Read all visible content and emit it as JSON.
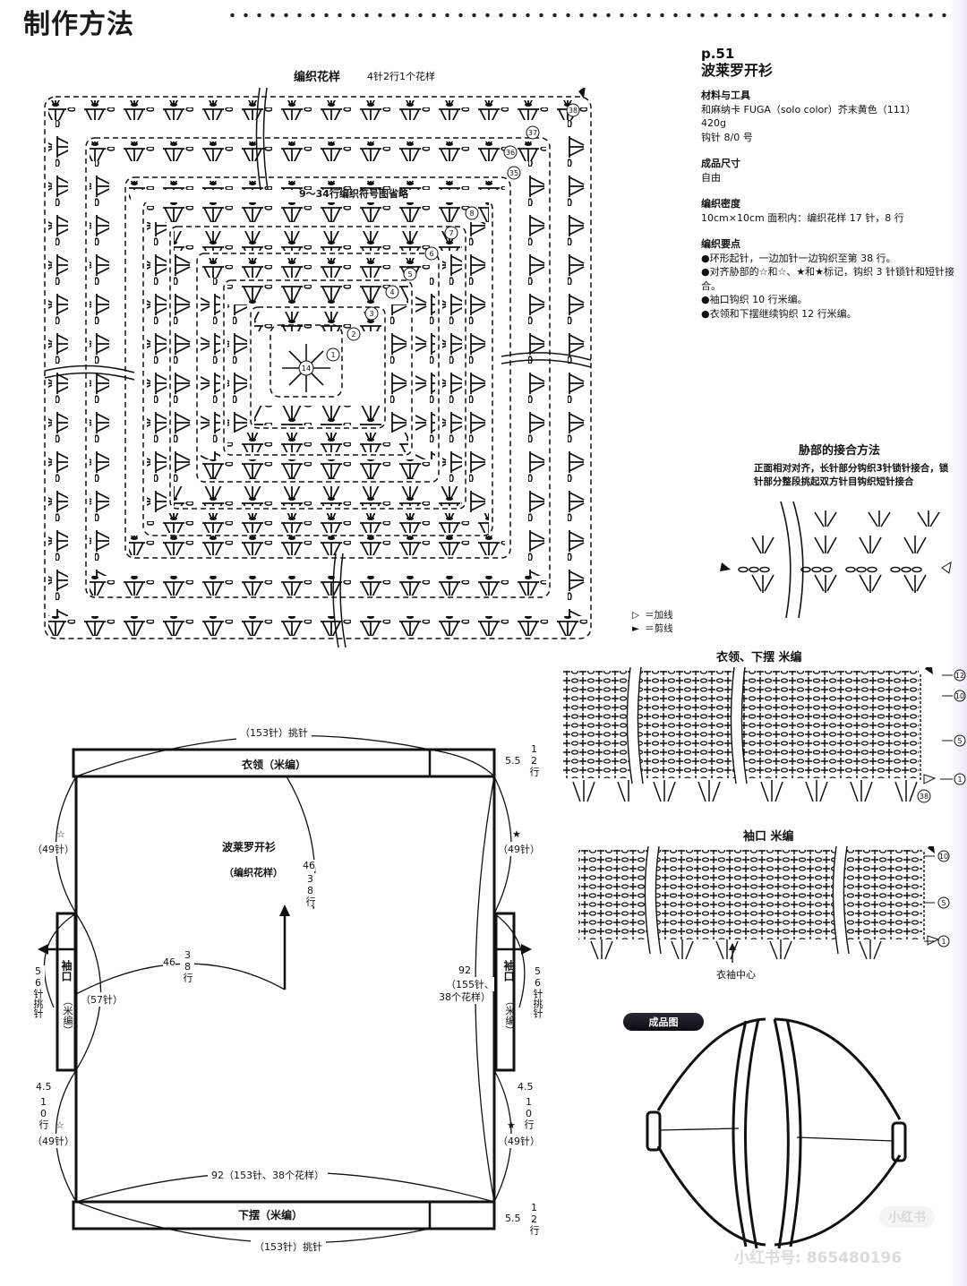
{
  "header": {
    "title": "制作方法"
  },
  "pattern_chart": {
    "title": "编织花样",
    "subtitle": "4针2行1个花样",
    "omitted_note": "9～34行编织符号图省略",
    "row_markers": [
      "38",
      "37",
      "36",
      "35",
      "8",
      "7",
      "6",
      "5",
      "4",
      "3",
      "2",
      "1"
    ],
    "center_marker": "14"
  },
  "info": {
    "page": "p.51",
    "title": "波莱罗开衫",
    "materials_heading": "材料与工具",
    "materials_lines": [
      "和麻纳卡 FUGA（solo color）芥末黄色（111）",
      "420g",
      "钩针 8/0 号"
    ],
    "size_heading": "成品尺寸",
    "size_value": "自由",
    "gauge_heading": "编织密度",
    "gauge_value": "10cm×10cm 面积内：编织花样 17 针，8 行",
    "points_heading": "编织要点",
    "points": [
      "●环形起针，一边加针一边钩织至第 38 行。",
      "●对齐胁部的☆和☆、★和★标记，钩织 3 针锁针和短针接合。",
      "●袖口钩织 10 行米编。",
      "●衣领和下摆继续钩织 12 行米编。"
    ]
  },
  "seam": {
    "title": "胁部的接合方法",
    "description": "正面相对对齐，长针部分钩织3针锁针接合，锁针部分整段挑起双方针目钩织短针接合"
  },
  "legend": {
    "items": [
      {
        "symbol": "▷",
        "label": "＝加线"
      },
      {
        "symbol": "►",
        "label": "＝剪线"
      }
    ]
  },
  "collar_chart": {
    "title": "衣领、下摆  米编",
    "row_markers": [
      "12",
      "10",
      "5",
      "1"
    ],
    "start_marker": "38"
  },
  "cuff_chart": {
    "title": "袖口    米编",
    "row_markers": [
      "10",
      "5",
      "1"
    ],
    "center_label": "衣袖中心"
  },
  "schematic": {
    "top_pickup": "（153针）挑针",
    "collar_label": "衣领（米编）",
    "collar_height": "5.5",
    "collar_rows": "12行",
    "body_title": "波莱罗开衫",
    "body_subtitle": "（编织花样）",
    "radius_cm": "46",
    "radius_rows": "38行",
    "left_star_top": "☆",
    "right_star_top": "★",
    "stitches_49": "（49针）",
    "cuff_label": "袖口",
    "cuff_sub": "（米编）",
    "cuff_pickup": "56针挑针",
    "cuff_stitches": "（57针）",
    "cuff_height": "4.5",
    "cuff_rows": "10行",
    "side_length": "92",
    "side_detail_1": "（155针、",
    "side_detail_2": "38个花样）",
    "bottom_width": "92（153针、38个花样）",
    "hem_label": "下摆（米编）",
    "bottom_pickup": "（153针）挑针"
  },
  "finished": {
    "badge": "成品图"
  },
  "watermark": {
    "logo": "小红书",
    "account": "小红书号: 8654801​96"
  }
}
